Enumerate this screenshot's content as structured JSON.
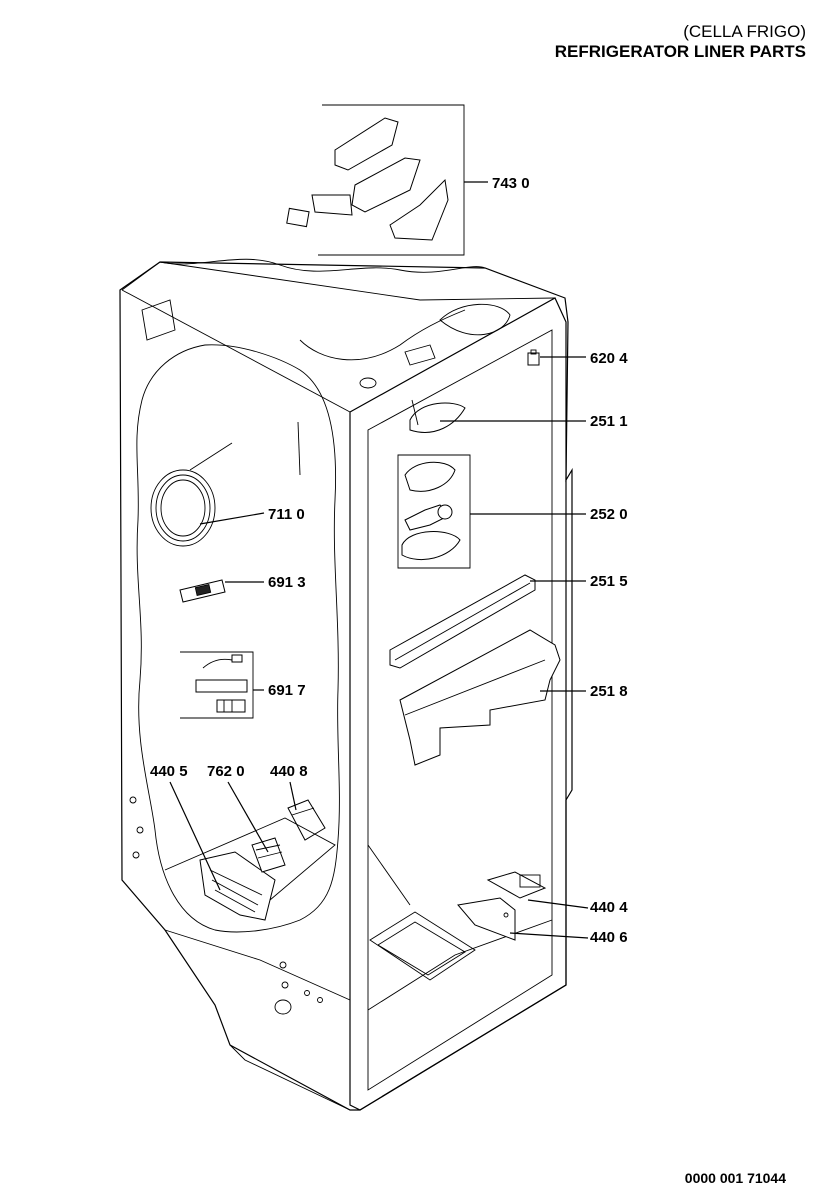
{
  "header": {
    "subtitle": "(CELLA FRIGO)",
    "title": "REFRIGERATOR LINER PARTS"
  },
  "footer": {
    "doc_number": "0000 001 71044"
  },
  "callouts": [
    {
      "id": "743",
      "label": "743 0"
    },
    {
      "id": "620",
      "label": "620 4"
    },
    {
      "id": "2511",
      "label": "251 1"
    },
    {
      "id": "252",
      "label": "252 0"
    },
    {
      "id": "711",
      "label": "711 0"
    },
    {
      "id": "6913",
      "label": "691 3"
    },
    {
      "id": "2515",
      "label": "251 5"
    },
    {
      "id": "6917",
      "label": "691 7"
    },
    {
      "id": "2518",
      "label": "251 8"
    },
    {
      "id": "4405",
      "label": "440 5"
    },
    {
      "id": "762",
      "label": "762 0"
    },
    {
      "id": "4408",
      "label": "440 8"
    },
    {
      "id": "4404",
      "label": "440 4"
    },
    {
      "id": "4406",
      "label": "440 6"
    }
  ]
}
